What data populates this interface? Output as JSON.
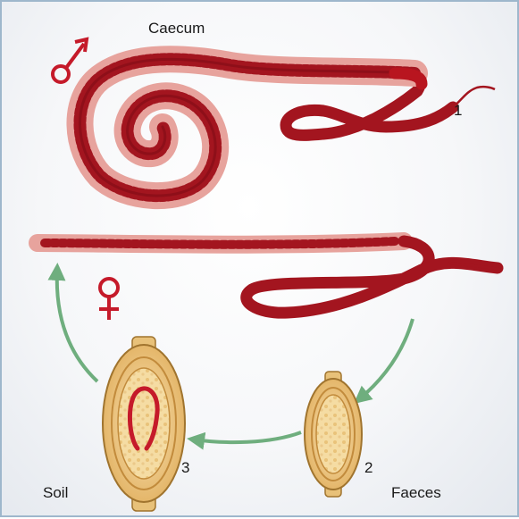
{
  "labels": {
    "caecum": "Caecum",
    "soil": "Soil",
    "faeces": "Faeces",
    "n1": "1",
    "n2": "2",
    "n3": "3"
  },
  "symbols": {
    "male": "male-symbol-icon",
    "female": "female-symbol-icon"
  },
  "colors": {
    "worm_dark": "#a3151f",
    "worm_light": "#e7a39d",
    "arrow": "#6fae7e",
    "symbol": "#c51a2a",
    "egg_shell": "#e8c179",
    "egg_inner": "#f4d9a5"
  }
}
